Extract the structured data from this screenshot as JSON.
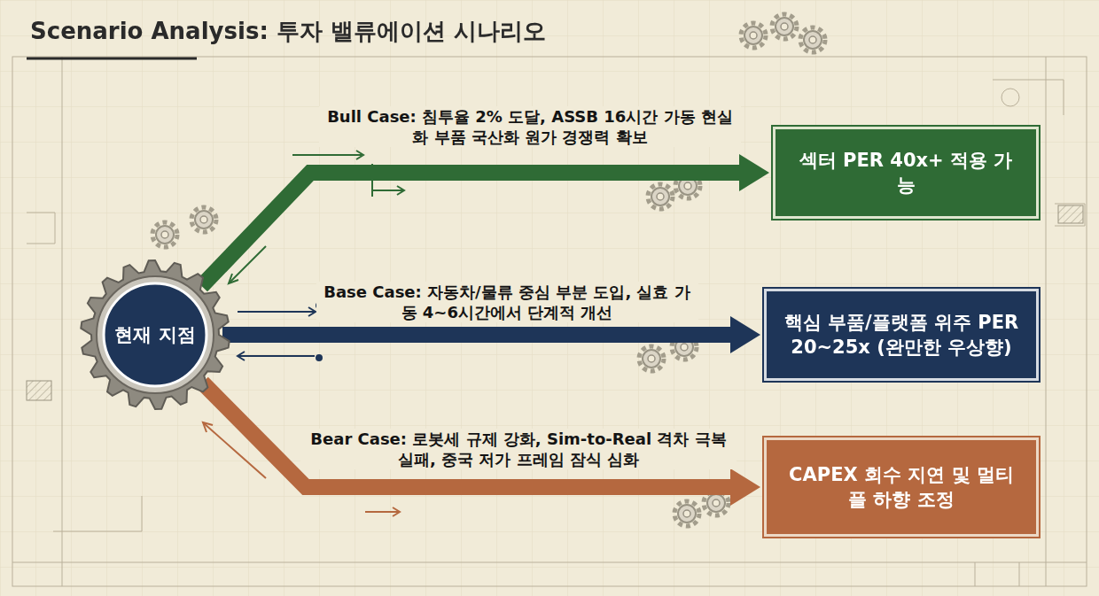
{
  "diagram": {
    "title": "Scenario Analysis: 투자 밸류에이션 시나리오",
    "nodes": [
      {
        "text": [
          "현재 지점"
        ]
      },
      {
        "text": [
          "섹터 PER 40x+ 적용 가능"
        ]
      },
      {
        "text": [
          "핵심 부품/플랫폼 위주 PER 20~25x (완만한 우상향)"
        ]
      },
      {
        "text": [
          "CAPEX 회수 지연 및 멀티플 하향 조정"
        ]
      }
    ],
    "edges": [
      {
        "from": 0,
        "to": 1,
        "arrow": "to",
        "label": "Bull Case: 침투율 2% 도달, ASSB 16시간 가동 현실화 부품 국산화 원가 경쟁력 확보"
      },
      {
        "from": 0,
        "to": 2,
        "arrow": "to",
        "label": "Base Case: 자동차/물류 중심 부분 도입, 실효 가동 4~6시간에서 단계적 개선"
      },
      {
        "from": 0,
        "to": 3,
        "arrow": "to",
        "label": "Bear Case: 로봇세 규제 강화, Sim-to-Real 격차 극복 실패, 중국 저가 프레임 잠식 심화"
      }
    ]
  }
}
